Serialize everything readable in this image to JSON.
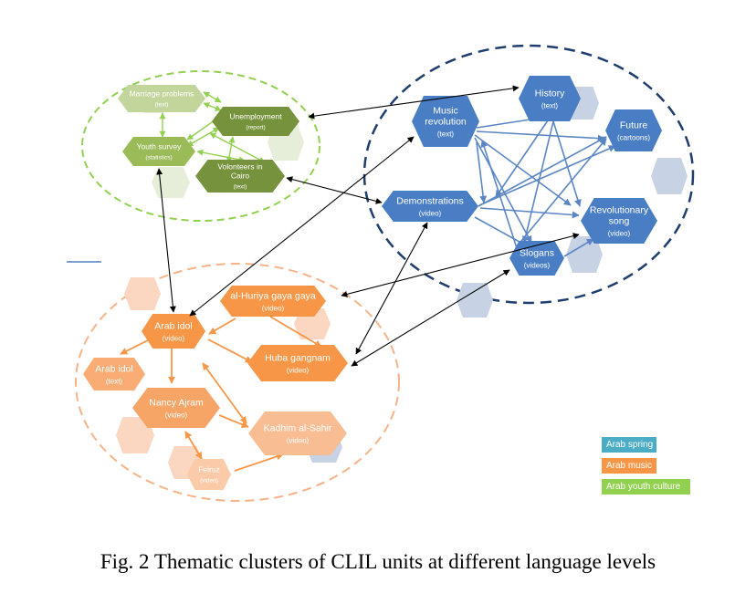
{
  "colors": {
    "arab_spring": "#4a7ec4",
    "arab_spring_legend": "#4bacc6",
    "arab_music": "#f79646",
    "arab_youth_culture": "#92d050",
    "youth_node": "#76923c",
    "decor_blue": "#c7d2e4",
    "decor_orange": "#fbd6c1",
    "decor_green": "#e6eed9"
  },
  "clusters": {
    "arab_spring": [
      {
        "id": "history",
        "title": "History",
        "sub": "(text)"
      },
      {
        "id": "music_revolution",
        "title": "Music revolution",
        "sub": "(text)"
      },
      {
        "id": "future",
        "title": "Future",
        "sub": "(cartoons)"
      },
      {
        "id": "demonstrations",
        "title": "Demonstrations",
        "sub": "(video)"
      },
      {
        "id": "revolutionary_song",
        "title": "Revolutionary song",
        "sub": "(video)"
      },
      {
        "id": "slogans",
        "title": "Slogans",
        "sub": "(videos)"
      }
    ],
    "arab_youth_culture": [
      {
        "id": "marriage",
        "title": "Marriage problems",
        "sub": "(text)"
      },
      {
        "id": "unemployment",
        "title": "Unemployment",
        "sub": "(report)"
      },
      {
        "id": "youth_survey",
        "title": "Youth survey",
        "sub": "(statistics)"
      },
      {
        "id": "volunteers",
        "title": "Volonteers in Cairo",
        "sub": "(text)"
      }
    ],
    "arab_music": [
      {
        "id": "huriya",
        "title": "al-Huriya gaya gaya",
        "sub": "(video)"
      },
      {
        "id": "arab_idol_video",
        "title": "Arab idol",
        "sub": "(video)"
      },
      {
        "id": "huba",
        "title": "Huba gangnam",
        "sub": "(video)"
      },
      {
        "id": "arab_idol_text",
        "title": "Arab idol",
        "sub": "(text)"
      },
      {
        "id": "nancy",
        "title": "Nancy Ajram",
        "sub": "(video)"
      },
      {
        "id": "kadhim",
        "title": "Kadhim al-Sahir",
        "sub": "(video)"
      },
      {
        "id": "feiruz",
        "title": "Feiruz",
        "sub": "(video)"
      }
    ]
  },
  "connections": [
    {
      "from": "unemployment",
      "to": "history"
    },
    {
      "from": "volunteers",
      "to": "demonstrations"
    },
    {
      "from": "youth_survey",
      "to": "arab_idol_video"
    },
    {
      "from": "arab_idol_video",
      "to": "music_revolution"
    },
    {
      "from": "huriya",
      "to": "revolutionary_song"
    },
    {
      "from": "demonstrations",
      "to": "huba"
    },
    {
      "from": "huba",
      "to": "slogans"
    }
  ],
  "legend": [
    {
      "label": "Arab spring",
      "color": "#4bacc6"
    },
    {
      "label": "Arab music",
      "color": "#f79646"
    },
    {
      "label": "Arab youth culture",
      "color": "#92d050"
    }
  ],
  "caption": "Fig. 2 Thematic clusters of CLIL units at different language levels"
}
